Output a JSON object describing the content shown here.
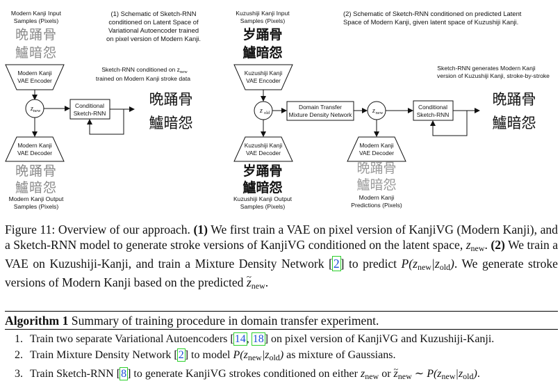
{
  "figure": {
    "left_input_label": [
      "Modern Kanji Input",
      "Samples (Pixels)"
    ],
    "left_title": [
      "(1) Schematic of Sketch-RNN",
      "conditioned on Latent Space of",
      "Variational Autoencoder trained",
      "on pixel version of Modern Kanji."
    ],
    "left_encoder": [
      "Modern Kanji",
      "VAE Encoder"
    ],
    "left_condition_note": [
      "Sketch-RNN conditioned on z",
      "trained on Modern Kanji stroke data"
    ],
    "left_condition_note_sub": "new",
    "left_z": "z",
    "left_z_sub": "new",
    "left_rnn": [
      "Conditional",
      "Sketch-RNN"
    ],
    "left_decoder": [
      "Modern Kanji",
      "VAE Decoder"
    ],
    "left_output_label": [
      "Modern Kanji Output",
      "Samples (Pixels)"
    ],
    "right_input_label": [
      "Kuzushiji Kanji Input",
      "Samples (Pixels)"
    ],
    "right_title": [
      "(2) Schematic of Sketch-RNN conditioned on predicted Latent",
      "Space of Modern Kanji, given latent space of Kuzushiji Kanji."
    ],
    "right_encoder": [
      "Kuzushiji Kanji",
      "VAE Encoder"
    ],
    "right_z_old": "z",
    "right_z_old_sub": "old",
    "right_mdn": [
      "Domain Transfer",
      "Mixture Density Network"
    ],
    "right_z_new": "z",
    "right_z_new_sub": "new",
    "right_rnn": [
      "Conditional",
      "Sketch-RNN"
    ],
    "right_generate_note": [
      "Sketch-RNN generates Modern Kanji",
      "version of Kuzushiji Kanji, stroke-by-stroke"
    ],
    "right_decoder_kuz": [
      "Kuzushiji Kanji",
      "VAE Decoder"
    ],
    "right_decoder_mod": [
      "Modern Kanji",
      "VAE Decoder"
    ],
    "right_output_label": [
      "Kuzushiji Kanji Output",
      "Samples (Pixels)"
    ],
    "right_pred_label": [
      "Modern Kanji",
      "Predictions (Pixels)"
    ],
    "kanji_modern_row1": "晩踊骨",
    "kanji_modern_row2": "鱸暗怨",
    "kanji_kuz_row1": "岁踊骨",
    "kanji_kuz_row2": "鱸暗怨"
  },
  "caption": {
    "figure_label": "Figure 11:",
    "intro": "Overview of our approach.",
    "step1_num": "(1)",
    "step1_text": "We first train a VAE on pixel version of KanjiVG (Modern Kanji), and a Sketch-RNN model to generate stroke versions of KanjiVG conditioned on the latent space,",
    "z": "z",
    "z_new_sub": "new",
    "step2_num": "(2)",
    "step2_text_a": "We train a VAE on Kuzushiji-Kanji, and train a Mixture Density Network",
    "cite_2": "2",
    "step2_text_b": "to predict",
    "P": "P",
    "z_old_sub": "old",
    "step2_text_c": ". We generate stroke versions of Modern Kanji based on the predicted"
  },
  "algorithm": {
    "title": "Algorithm 1",
    "summary": "Summary of training procedure in domain transfer experiment.",
    "step1_num": "1.",
    "step1_a": "Train two separate Variational Autoencoders",
    "step1_cite_a": "14",
    "step1_cite_b": "18",
    "step1_b": "on pixel version of KanjiVG and Kuzushiji-Kanji.",
    "step2_num": "2.",
    "step2_a": "Train Mixture Density Network",
    "step2_cite": "2",
    "step2_b": "to model",
    "step2_c": "as mixture of Gaussians.",
    "step3_num": "3.",
    "step3_a": "Train Sketch-RNN",
    "step3_cite": "8",
    "step3_b": "to generate KanjiVG strokes conditioned on either",
    "step3_or": "or",
    "step3_sim": "∼"
  }
}
